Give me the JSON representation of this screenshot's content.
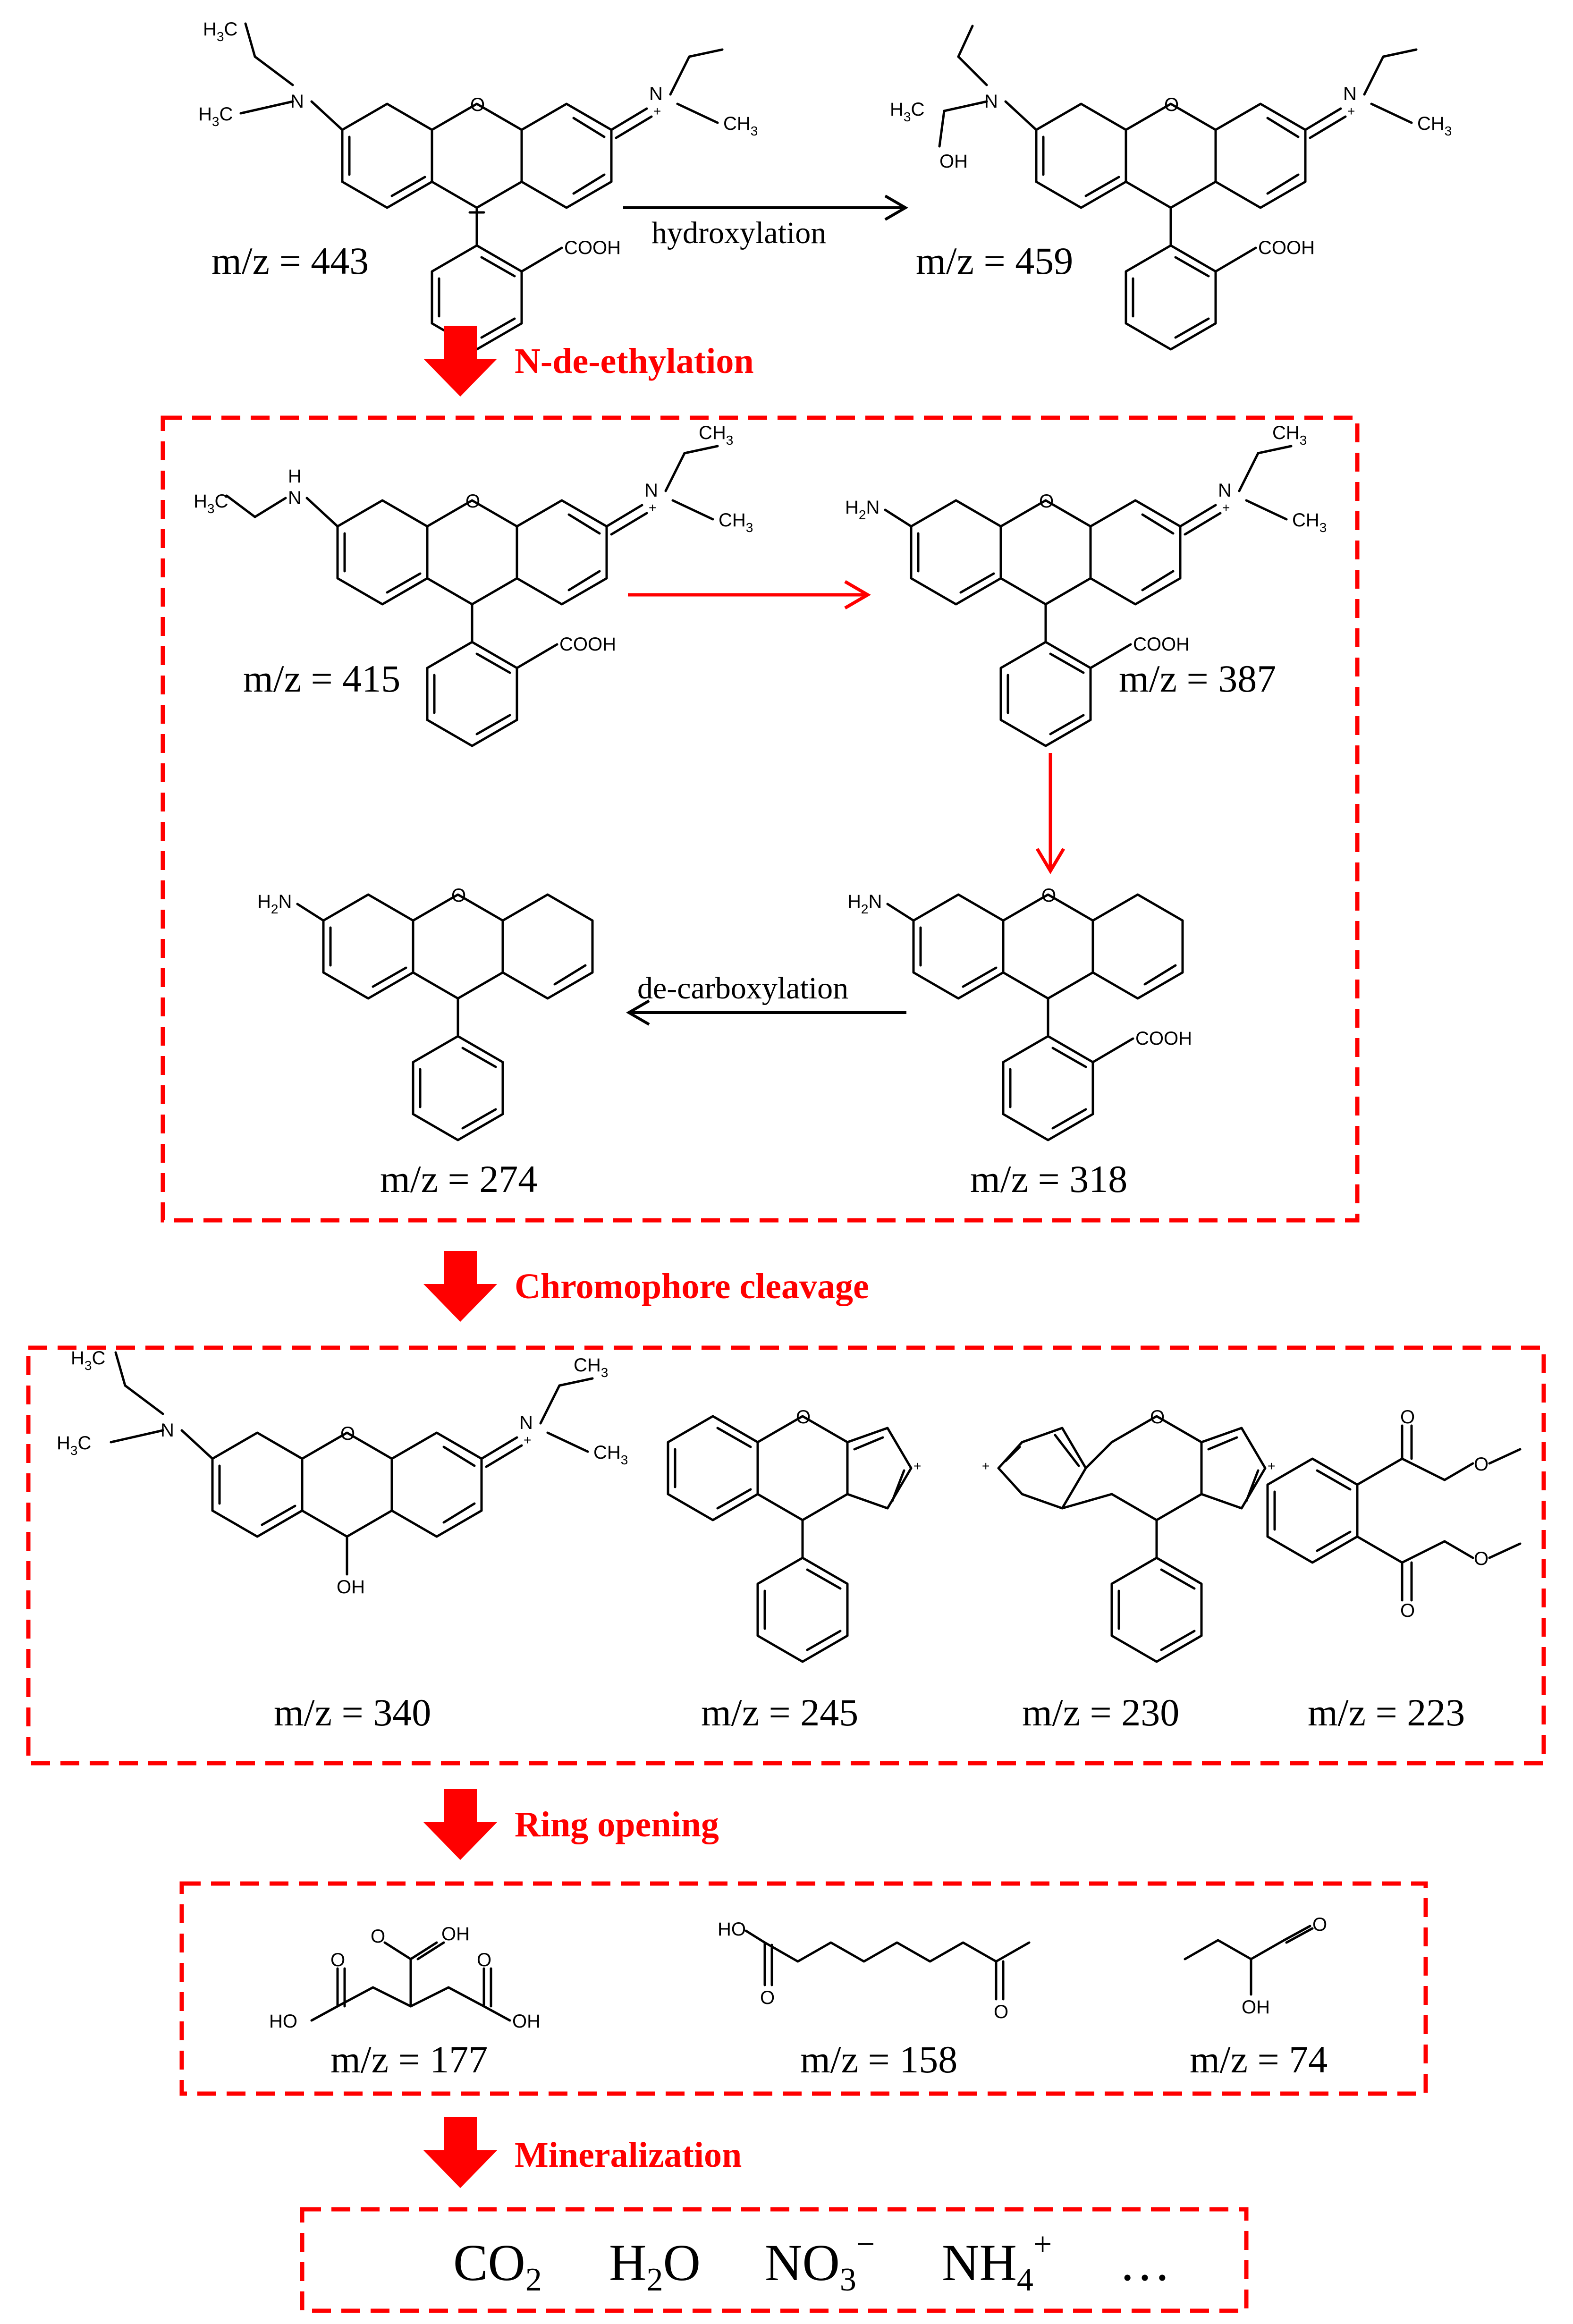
{
  "diagram": {
    "steps": {
      "hydroxylation": "hydroxylation",
      "n_de_ethylation": "N-de-ethylation",
      "de_carboxylation": "de-carboxylation",
      "chromophore_cleavage": "Chromophore cleavage",
      "ring_opening": "Ring opening",
      "mineralization": "Mineralization"
    },
    "mz_labels": {
      "m443": "m/z = 443",
      "m459": "m/z = 459",
      "m415": "m/z = 415",
      "m387": "m/z = 387",
      "m274": "m/z = 274",
      "m318": "m/z = 318",
      "m340": "m/z = 340",
      "m245": "m/z = 245",
      "m230": "m/z = 230",
      "m223": "m/z = 223",
      "m177": "m/z = 177",
      "m158": "m/z = 158",
      "m74": "m/z = 74"
    },
    "atom_labels": {
      "N": "N",
      "O": "O",
      "OH": "OH",
      "HO": "HO",
      "COOH": "COOH",
      "H": "H",
      "CH": "CH",
      "H3C_H": "H",
      "H3C_C": "C",
      "CH3_CH": "CH",
      "three": "3",
      "two": "2",
      "plus": "+"
    },
    "final_products": {
      "co2": "CO",
      "co2_sub": "2",
      "h2o_h": "H",
      "h2o_sub": "2",
      "h2o_o": "O",
      "no3": "NO",
      "no3_sub": "3",
      "no3_sup": "−",
      "nh4": "NH",
      "nh4_sub": "4",
      "nh4_sup": "+",
      "ellipsis": "…"
    },
    "colors": {
      "accent_red": "#ff0000",
      "line_black": "#000000"
    }
  }
}
